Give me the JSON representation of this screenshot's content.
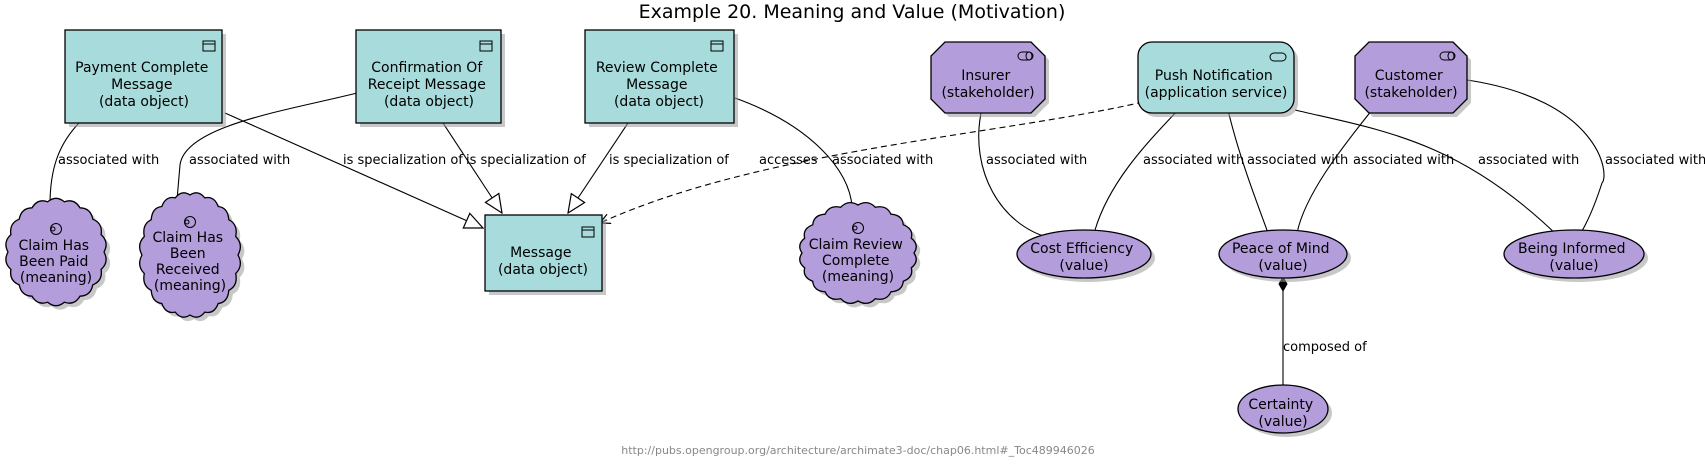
{
  "title": "Example 20. Meaning and Value (Motivation)",
  "footer": "http://pubs.opengroup.org/architecture/archimate3-doc/chap06.html#_Toc489946026",
  "colors": {
    "data_object_fill": "#a8dcdc",
    "motivation_fill": "#b39ddb",
    "line": "#000000",
    "footer_text": "#888888"
  },
  "nodes": {
    "payment_complete": {
      "lines": [
        "Payment Complete",
        "Message",
        "(data object)"
      ],
      "icon": "data-object-icon"
    },
    "confirmation_receipt": {
      "lines": [
        "Confirmation Of",
        "Receipt Message",
        "(data object)"
      ],
      "icon": "data-object-icon"
    },
    "review_complete": {
      "lines": [
        "Review Complete",
        "Message",
        "(data object)"
      ],
      "icon": "data-object-icon"
    },
    "message": {
      "lines": [
        "Message",
        "(data object)"
      ],
      "icon": "data-object-icon"
    },
    "insurer": {
      "lines": [
        "Insurer",
        "(stakeholder)"
      ],
      "icon": "stakeholder-icon"
    },
    "push_notification": {
      "lines": [
        "Push Notification",
        "(application service)"
      ],
      "icon": "application-service-icon"
    },
    "customer": {
      "lines": [
        "Customer",
        "(stakeholder)"
      ],
      "icon": "stakeholder-icon"
    },
    "claim_paid": {
      "lines": [
        "Claim Has",
        "Been Paid",
        "(meaning)"
      ],
      "icon": "meaning-icon"
    },
    "claim_received": {
      "lines": [
        "Claim Has",
        "Been",
        "Received",
        "(meaning)"
      ],
      "icon": "meaning-icon"
    },
    "claim_review": {
      "lines": [
        "Claim Review",
        "Complete",
        "(meaning)"
      ],
      "icon": "meaning-icon"
    },
    "cost_efficiency": {
      "lines": [
        "Cost Efficiency",
        "(value)"
      ]
    },
    "peace_of_mind": {
      "lines": [
        "Peace of Mind",
        "(value)"
      ]
    },
    "being_informed": {
      "lines": [
        "Being Informed",
        "(value)"
      ]
    },
    "certainty": {
      "lines": [
        "Certainty",
        "(value)"
      ]
    }
  },
  "edges": [
    {
      "id": "e1",
      "label": "associated with"
    },
    {
      "id": "e2",
      "label": "associated with"
    },
    {
      "id": "e3",
      "label": "is specialization of"
    },
    {
      "id": "e4",
      "label": "is specialization of"
    },
    {
      "id": "e5",
      "label": "is specialization of"
    },
    {
      "id": "e6",
      "label": "accesses"
    },
    {
      "id": "e7",
      "label": "associated with"
    },
    {
      "id": "e8",
      "label": "associated with"
    },
    {
      "id": "e9",
      "label": "associated with"
    },
    {
      "id": "e10",
      "label": "associated with"
    },
    {
      "id": "e11",
      "label": "associated with"
    },
    {
      "id": "e12",
      "label": "associated with"
    },
    {
      "id": "e13",
      "label": "associated with"
    },
    {
      "id": "e14",
      "label": "composed of"
    }
  ]
}
